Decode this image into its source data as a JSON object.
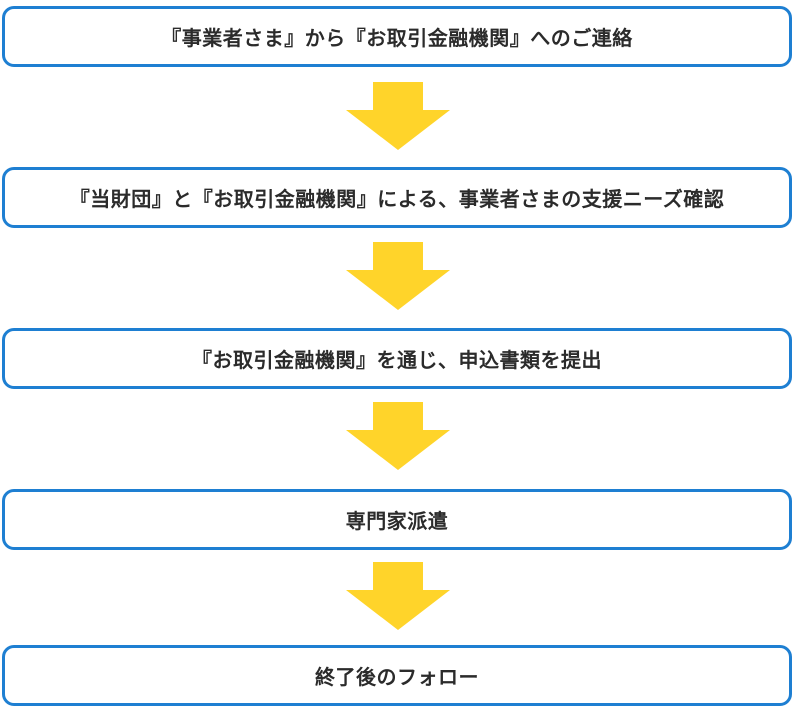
{
  "flow": {
    "steps": [
      {
        "label": "『事業者さま』から『お取引金融機関』へのご連絡"
      },
      {
        "label": "『当財団』と『お取引金融機関』による、事業者さまの支援ニーズ確認"
      },
      {
        "label": "『お取引金融機関』を通じ、申込書類を提出"
      },
      {
        "label": "専門家派遣"
      },
      {
        "label": "終了後のフォロー"
      }
    ],
    "arrow_icon": "down-arrow-icon"
  },
  "colors": {
    "box_border": "#1e7fd2",
    "arrow_fill": "#ffd42a",
    "text": "#2b2b2b",
    "background": "#ffffff"
  }
}
